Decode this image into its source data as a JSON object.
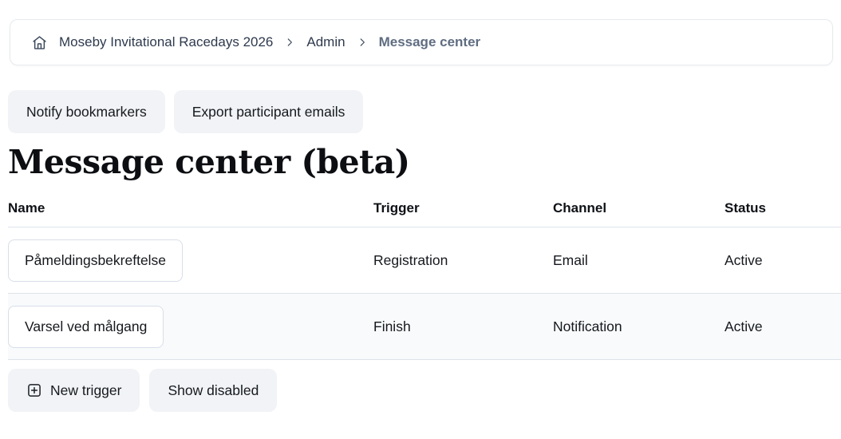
{
  "colors": {
    "button_bg": "#f1f3f6",
    "table_border": "#dde3ea",
    "row_alt_bg": "#f8fafb",
    "breadcrumb_text": "#2e3a4e",
    "breadcrumb_current": "#5f6d81",
    "chip_border": "#d8dfe9",
    "text": "#16191e"
  },
  "breadcrumb": {
    "home_icon": "home-icon",
    "separator_icon": "chevron-right-icon",
    "items": [
      {
        "label": "Moseby Invitational Racedays 2026"
      },
      {
        "label": "Admin"
      },
      {
        "label": "Message center"
      }
    ]
  },
  "toolbar": {
    "notify_label": "Notify bookmarkers",
    "export_label": "Export participant emails"
  },
  "page": {
    "title": "Message center (beta)"
  },
  "table": {
    "columns": [
      "Name",
      "Trigger",
      "Channel",
      "Status"
    ],
    "rows": [
      {
        "name": "Påmeldingsbekreftelse",
        "trigger": "Registration",
        "channel": "Email",
        "status": "Active"
      },
      {
        "name": "Varsel ved målgang",
        "trigger": "Finish",
        "channel": "Notification",
        "status": "Active"
      }
    ]
  },
  "footer": {
    "new_trigger_icon": "plus-square-icon",
    "new_trigger_label": "New trigger",
    "show_disabled_label": "Show disabled"
  }
}
